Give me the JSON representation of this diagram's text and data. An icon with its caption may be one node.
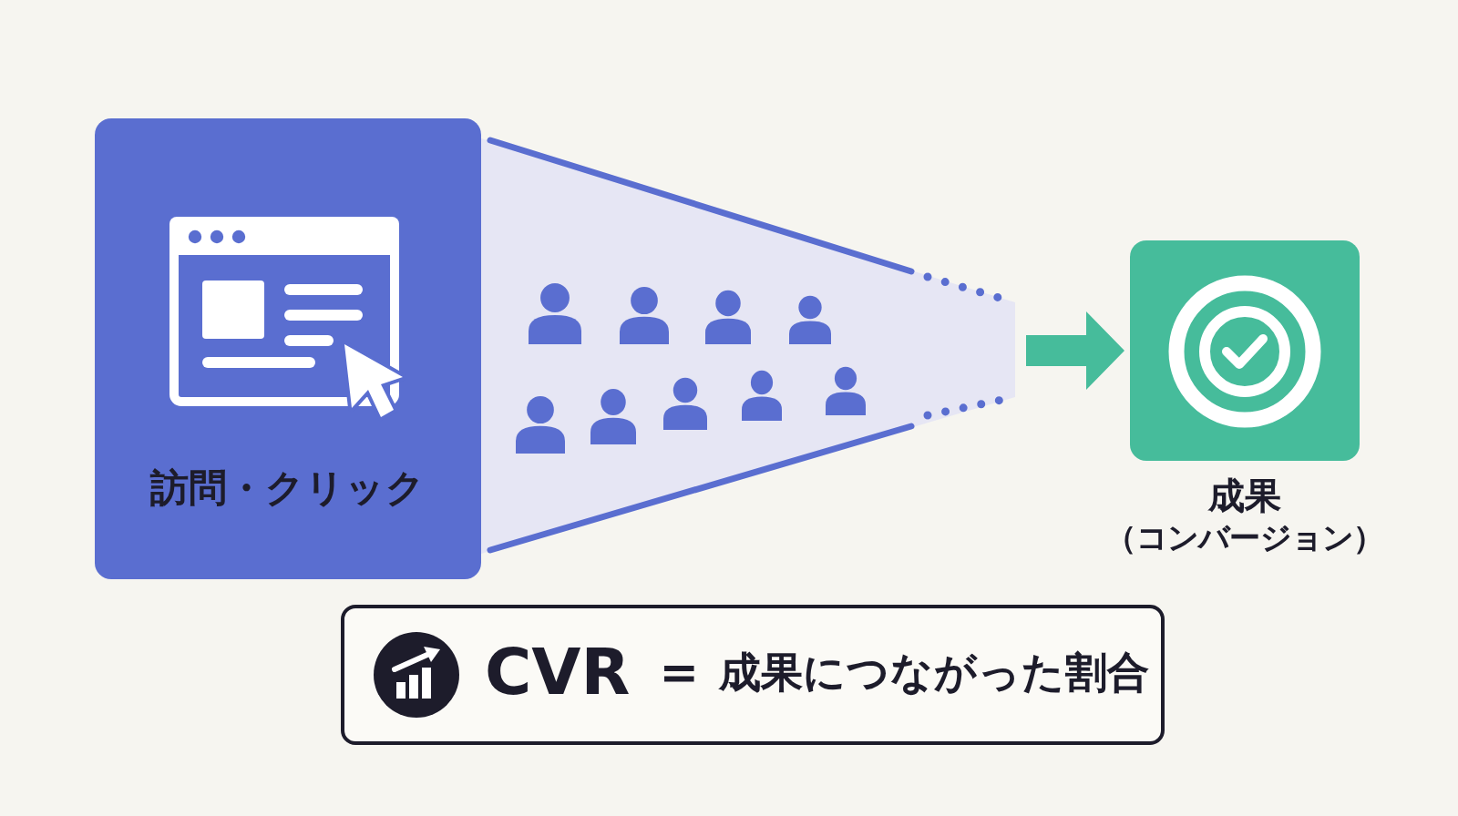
{
  "diagram": {
    "nodes": [
      {
        "text": [
          "訪問・クリック"
        ]
      },
      {
        "text": [],
        "shape": "funnel"
      },
      {
        "text": [],
        "shape": "box",
        "beside": [
          "成果",
          "（コンバージョン）"
        ]
      },
      {
        "text": [
          "CVR",
          "=",
          "成果につながった割合"
        ]
      }
    ],
    "edges": [
      {
        "from": 1,
        "to": 2,
        "arrow": "to",
        "style": "thick"
      }
    ]
  }
}
